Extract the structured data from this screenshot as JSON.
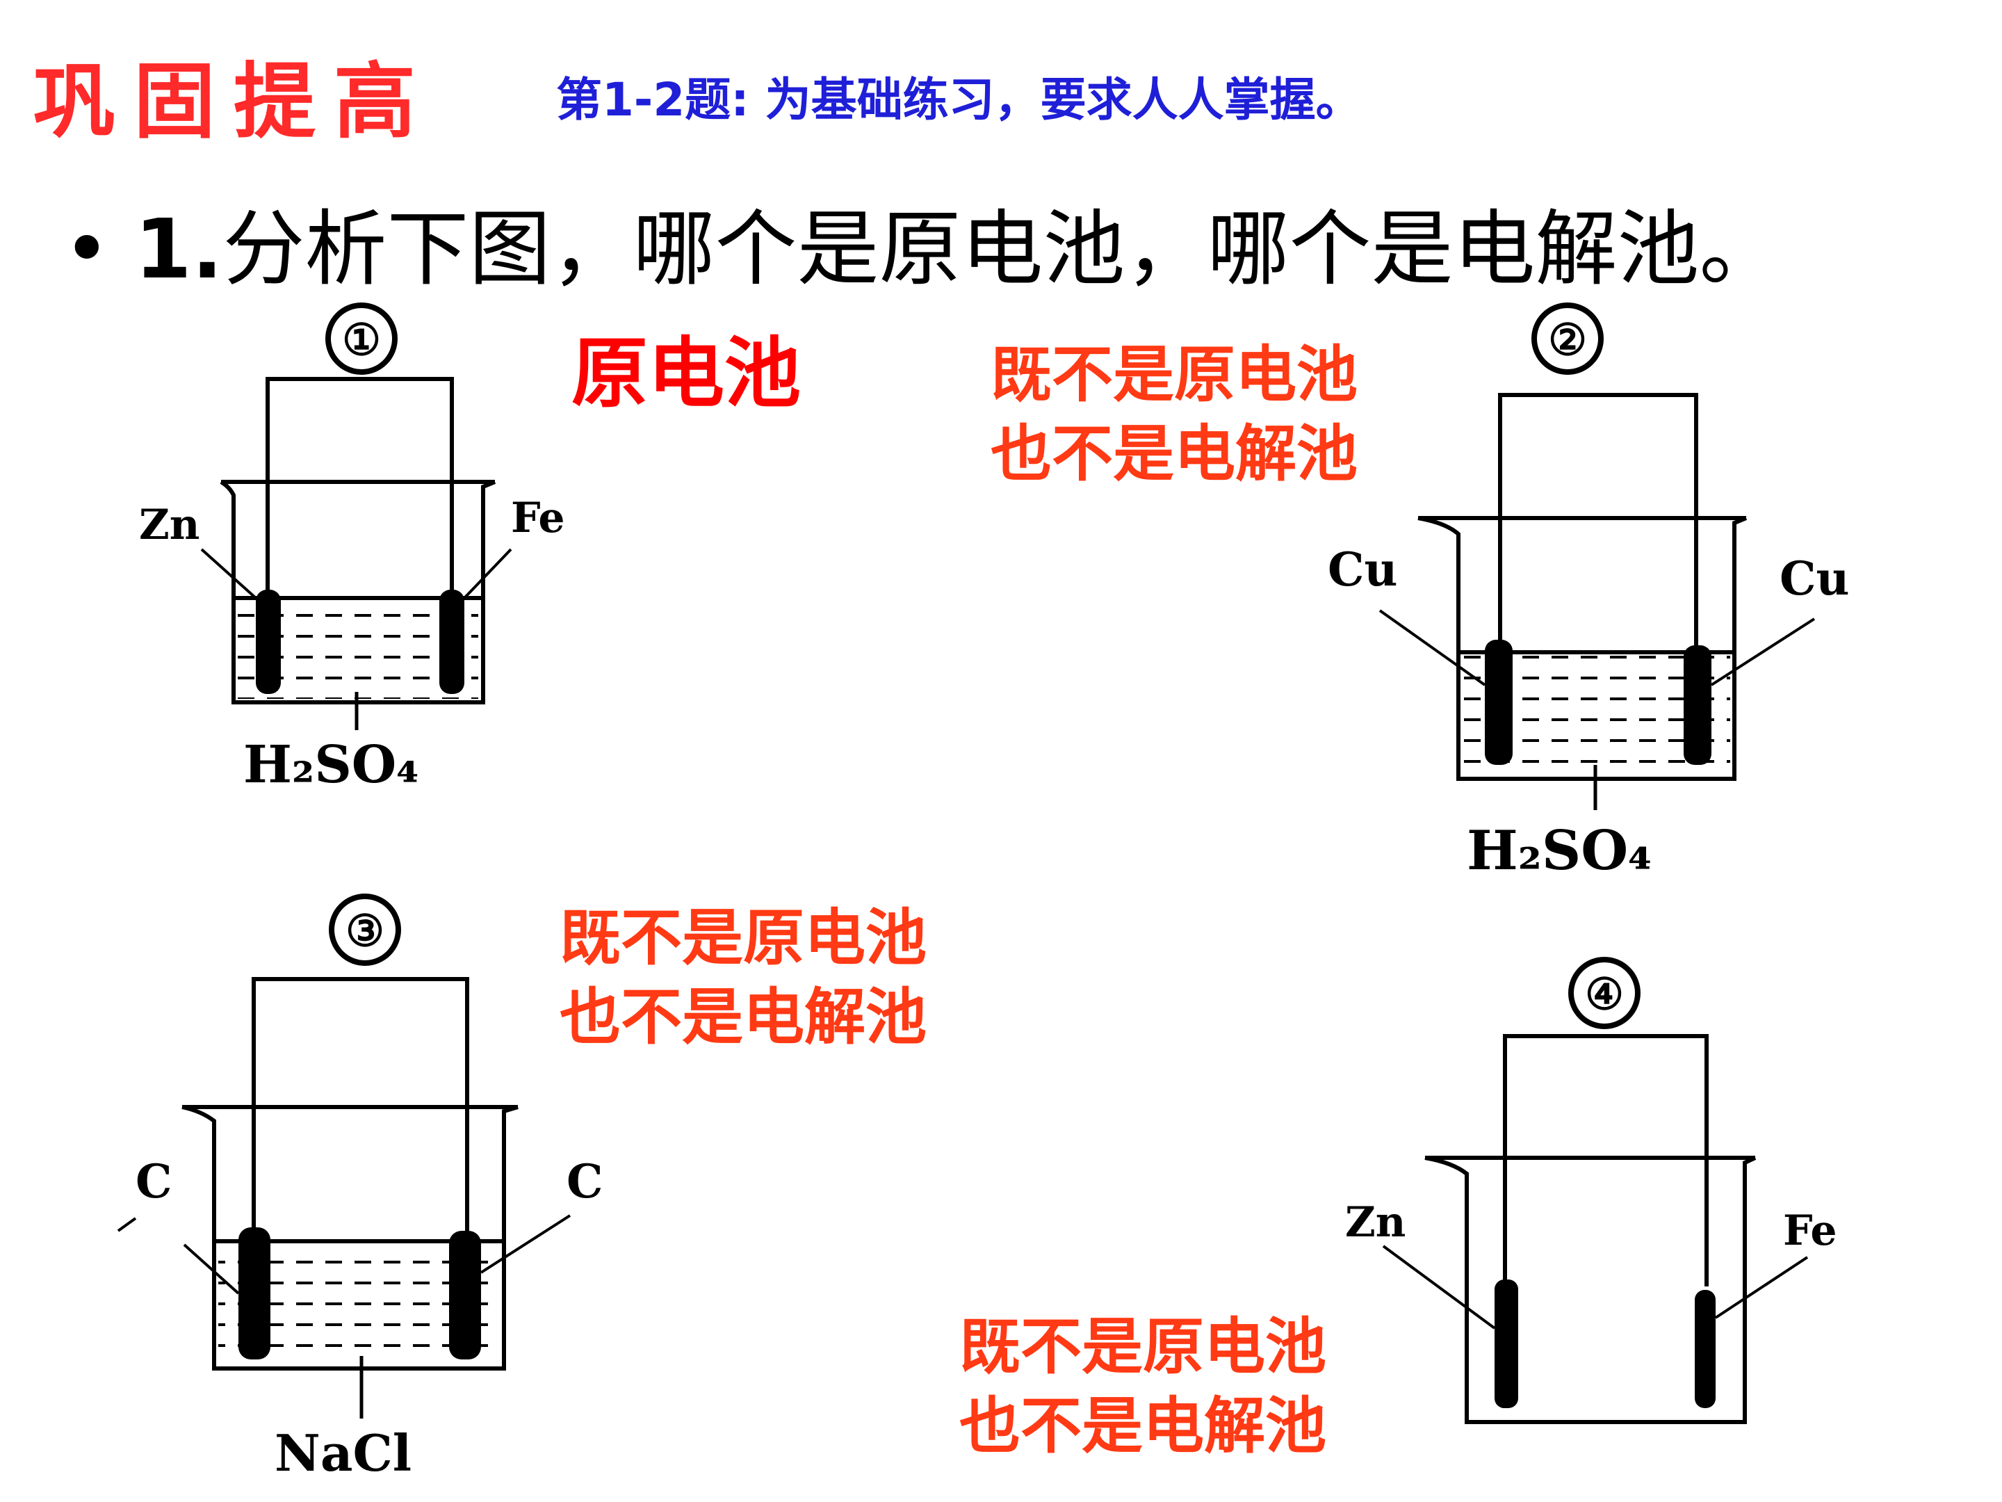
{
  "header": {
    "title": "巩固提高",
    "subtitle": "第1-2题: 为基础练习，要求人人掌握。"
  },
  "question": {
    "bullet": "•",
    "number": "1.",
    "text": "分析下图，哪个是原电池，哪个是电解池。"
  },
  "diagrams": [
    {
      "label": "①",
      "left_electrode": "Zn",
      "right_electrode": "Fe",
      "solution": "H₂SO₄",
      "answer": "原电池"
    },
    {
      "label": "②",
      "left_electrode": "Cu",
      "right_electrode": "Cu",
      "solution": "H₂SO₄",
      "answer_line1": "既不是原电池",
      "answer_line2": "也不是电解池"
    },
    {
      "label": "③",
      "left_electrode": "C",
      "right_electrode": "C",
      "solution": "NaCl",
      "answer_line1": "既不是原电池",
      "answer_line2": "也不是电解池"
    },
    {
      "label": "④",
      "left_electrode": "Zn",
      "right_electrode": "Fe",
      "answer_line1": "既不是原电池",
      "answer_line2": "也不是电解池"
    }
  ],
  "colors": {
    "title": "#ff2a2a",
    "subtitle": "#1f1fd8",
    "answer": "#ff3a14"
  }
}
